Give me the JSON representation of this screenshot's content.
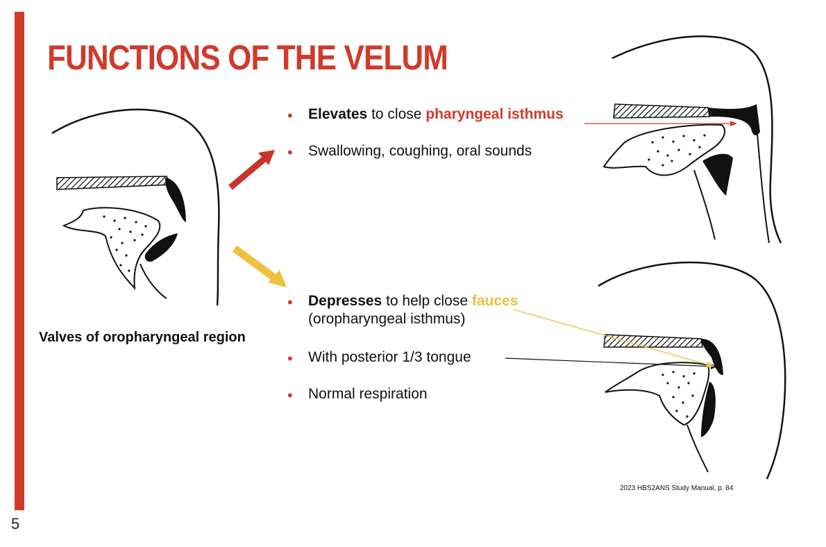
{
  "slide": {
    "number": "5",
    "title": "FUNCTIONS OF THE VELUM",
    "caption": "Valves of oropharyngeal region",
    "citation": "2023 HBS2ANS Study Manual, p. 84"
  },
  "bullets": [
    {
      "lead": "Elevates",
      "middle": " to close ",
      "highlight": "pharyngeal isthmus"
    },
    {
      "text": "Swallowing, coughing, oral sounds"
    },
    {
      "lead": "Depresses",
      "middle": " to help close ",
      "highlight": "fauces",
      "line2": "(oropharyngeal isthmus)"
    },
    {
      "text": "With posterior 1/3 tongue"
    },
    {
      "text": "Normal respiration"
    }
  ],
  "colors": {
    "accent": "#d03a2c",
    "highlight_gold": "#f0c040",
    "text": "#111111"
  },
  "icons": [
    "bullet-dot",
    "arrow-up-right",
    "arrow-down-right"
  ]
}
